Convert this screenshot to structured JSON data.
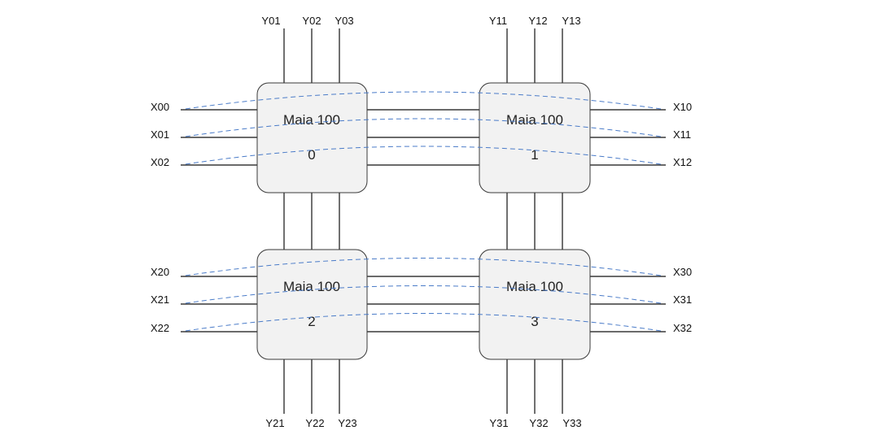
{
  "chips": [
    {
      "name": "Maia 100",
      "index": "0"
    },
    {
      "name": "Maia 100",
      "index": "1"
    },
    {
      "name": "Maia 100",
      "index": "2"
    },
    {
      "name": "Maia 100",
      "index": "3"
    }
  ],
  "ports": {
    "top_left": [
      "Y01",
      "Y02",
      "Y03"
    ],
    "top_right": [
      "Y11",
      "Y12",
      "Y13"
    ],
    "bottom_left": [
      "Y21",
      "Y22",
      "Y23"
    ],
    "bottom_right": [
      "Y31",
      "Y32",
      "Y33"
    ],
    "left_upper": [
      "X00",
      "X01",
      "X02"
    ],
    "left_lower": [
      "X20",
      "X21",
      "X22"
    ],
    "right_upper": [
      "X10",
      "X11",
      "X12"
    ],
    "right_lower": [
      "X30",
      "X31",
      "X32"
    ]
  },
  "colors": {
    "wire": "#111111",
    "chip_fill": "#f2f2f2",
    "chip_border": "#3a3a3a",
    "route_dashed": "#4a7bc8"
  }
}
